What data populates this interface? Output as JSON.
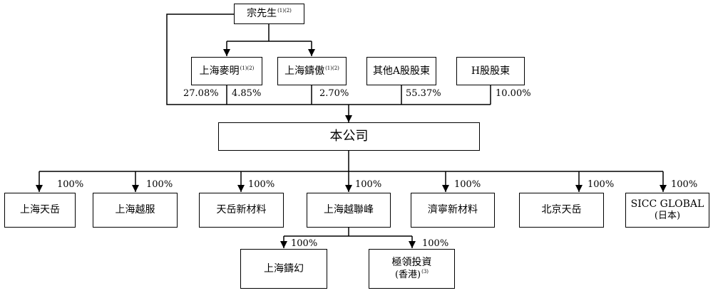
{
  "colors": {
    "line": "#000000",
    "box_border": "#000000",
    "background": "#ffffff"
  },
  "founder": {
    "name": "宗先生",
    "note": "(1)(2)"
  },
  "holders": [
    {
      "name": "上海麥明",
      "note": "(1)(2)"
    },
    {
      "name": "上海鑄傲",
      "note": "(1)(2)"
    },
    {
      "name": "其他A股股東"
    },
    {
      "name": "H股股東"
    }
  ],
  "stakes": {
    "founder_direct": "27.08%",
    "maiming": "4.85%",
    "zhuao": "2.70%",
    "other_a": "55.37%",
    "h_shares": "10.00%"
  },
  "company": {
    "name": "本公司"
  },
  "subsidiaries": [
    {
      "name": "上海天岳",
      "pct": "100%"
    },
    {
      "name": "上海越服",
      "pct": "100%"
    },
    {
      "name": "天岳新材料",
      "pct": "100%"
    },
    {
      "name": "上海越聯峰",
      "pct": "100%"
    },
    {
      "name": "濟寧新材料",
      "pct": "100%"
    },
    {
      "name": "北京天岳",
      "pct": "100%"
    },
    {
      "name": "SICC GLOBAL",
      "sub": "(日本)",
      "pct": "100%"
    }
  ],
  "grandchildren": [
    {
      "name": "上海鑄幻",
      "pct": "100%"
    },
    {
      "name": "極領投資",
      "sub": "(香港)",
      "note": "(3)",
      "pct": "100%"
    }
  ]
}
